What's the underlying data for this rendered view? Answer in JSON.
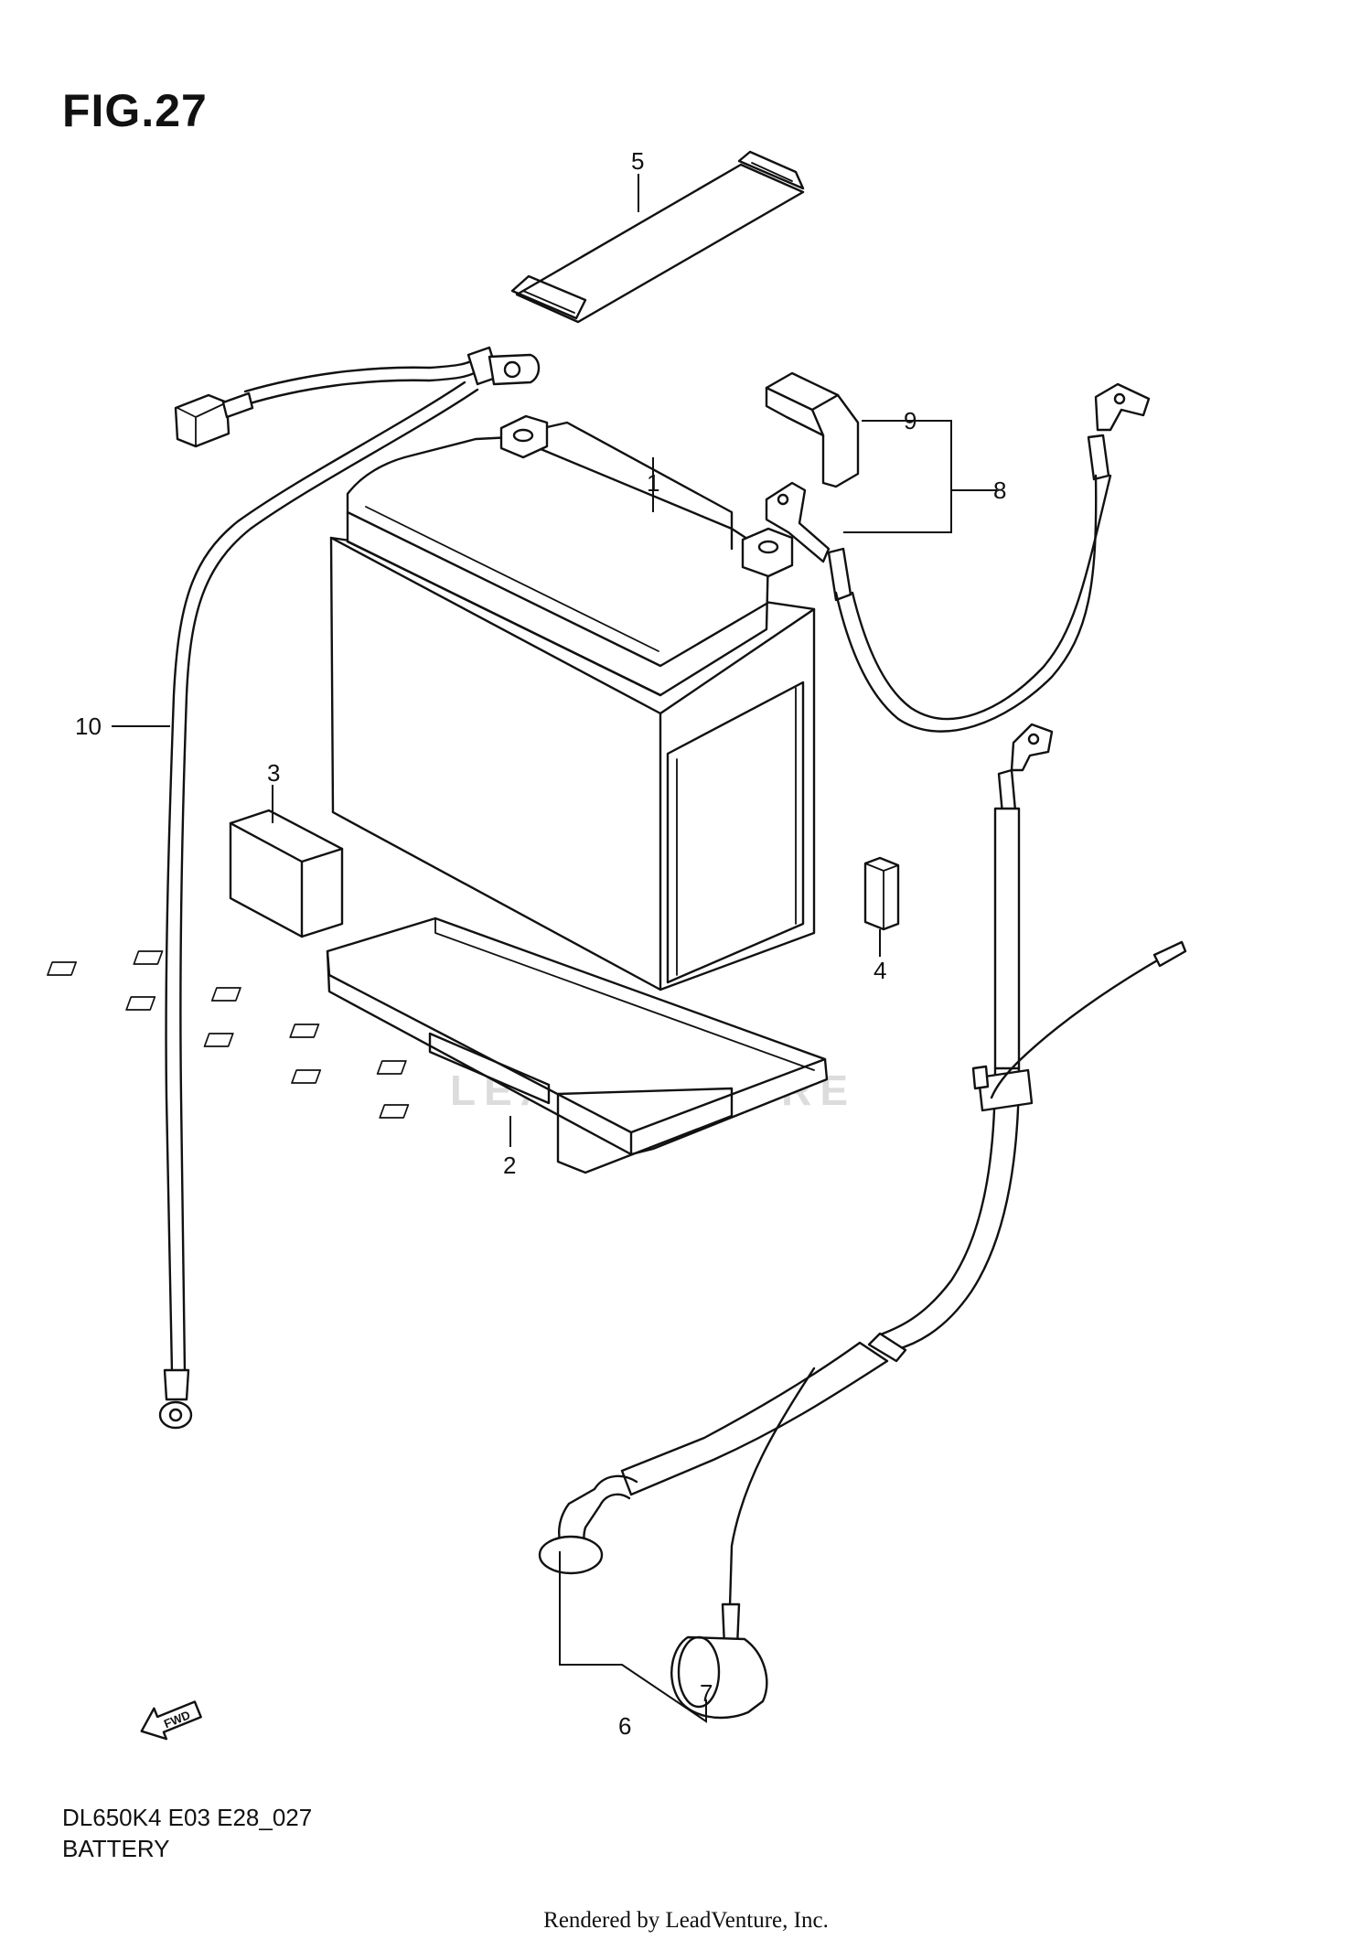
{
  "figure": {
    "title": "FIG.27"
  },
  "callouts": {
    "c1": "1",
    "c2": "2",
    "c3": "3",
    "c4": "4",
    "c5": "5",
    "c6": "6",
    "c7": "7",
    "c8": "8",
    "c9": "9",
    "c10": "10"
  },
  "fwd_label": "FWD",
  "watermark": "LEADVENTURE",
  "footer": {
    "code": "DL650K4 E03 E28_027",
    "name": "BATTERY"
  },
  "rendered_by": "Rendered by LeadVenture, Inc."
}
